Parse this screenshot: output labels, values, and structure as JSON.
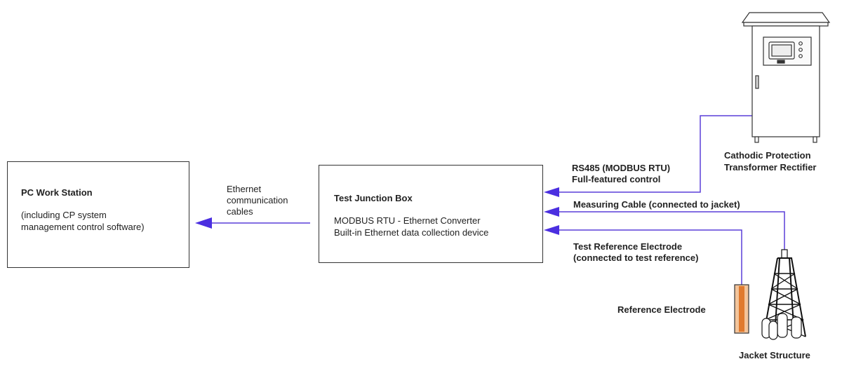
{
  "pc_station": {
    "title": "PC Work Station",
    "line1": "(including CP system",
    "line2": "management control software)"
  },
  "ethernet_label": {
    "line1": "Ethernet",
    "line2": "communication",
    "line3": "cables"
  },
  "junction_box": {
    "title": "Test Junction Box",
    "line1": "MODBUS RTU - Ethernet Converter",
    "line2": "Built-in Ethernet data collection device"
  },
  "rs485_label": {
    "line1": "RS485 (MODBUS RTU)",
    "line2": "Full-featured control"
  },
  "measuring_cable_label": "Measuring Cable (connected to jacket)",
  "reference_label": {
    "line1": "Test Reference Electrode",
    "line2": "(connected to test reference)"
  },
  "rectifier": {
    "line1": "Cathodic Protection",
    "line2": "Transformer Rectifier"
  },
  "reference_electrode_label": "Reference Electrode",
  "jacket_label": "Jacket Structure",
  "colors": {
    "wire": "#5a3fd8",
    "arrow": "#4b2fe0",
    "electrode_copper": "#e89a50"
  }
}
